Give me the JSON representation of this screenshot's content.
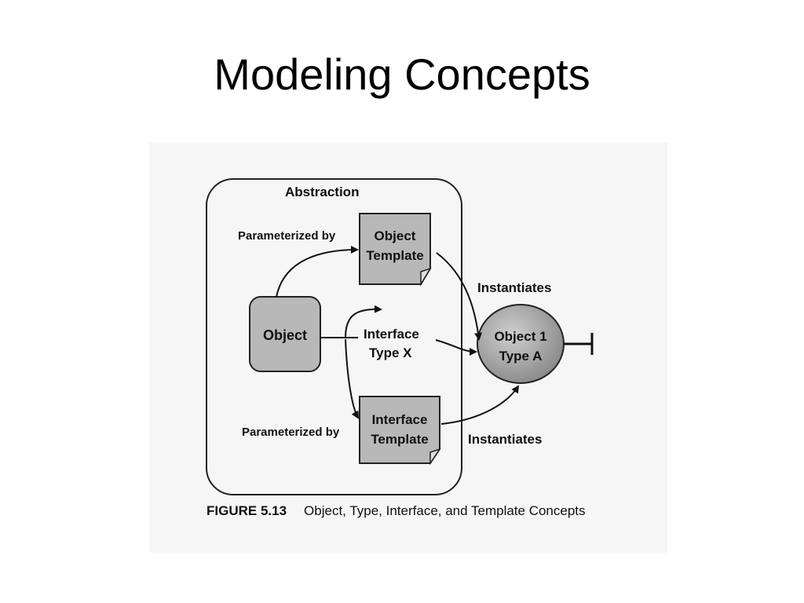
{
  "slide": {
    "title": "Modeling Concepts"
  },
  "diagram": {
    "frame_label": "Abstraction",
    "nodes": {
      "object": "Object",
      "object_template": [
        "Object",
        "Template"
      ],
      "interface_type": [
        "Interface",
        "Type X"
      ],
      "interface_template": [
        "Interface",
        "Template"
      ],
      "object_instance": [
        "Object 1",
        "Type A"
      ]
    },
    "edges": {
      "parameterized_top": "Parameterized by",
      "parameterized_bottom": "Parameterized by",
      "instantiates_top": "Instantiates",
      "instantiates_bottom": "Instantiates"
    }
  },
  "caption": {
    "number": "FIGURE 5.13",
    "text": "Object, Type, Interface, and Template Concepts"
  },
  "colors": {
    "node_fill": "#b8b8b8",
    "frame": "#222222",
    "text": "#111111"
  }
}
